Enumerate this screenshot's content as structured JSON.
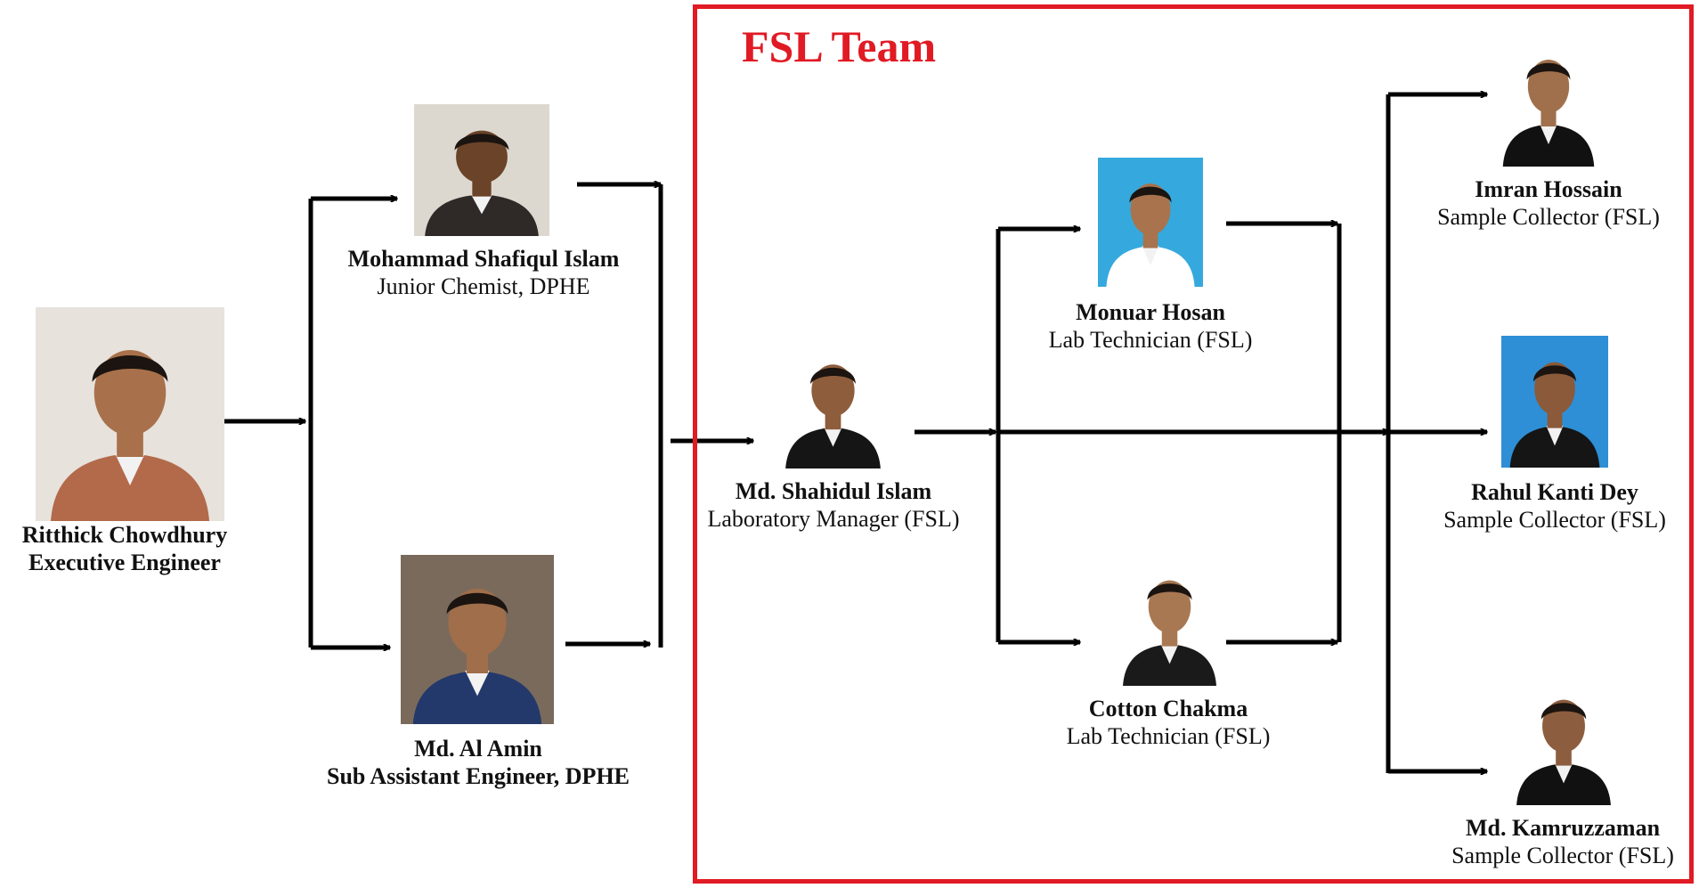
{
  "team": {
    "title": "FSL Team",
    "border_color": "#e01b24"
  },
  "people": [
    {
      "id": "ritthick",
      "name": "Ritthick Chowdhury",
      "role": "Executive Engineer",
      "role_bold": true,
      "photo_bg": "#e7e2dc",
      "shirt": "#b36a4a",
      "skin": "#a8714b"
    },
    {
      "id": "shafiqul",
      "name": "Mohammad Shafiqul Islam",
      "role": "Junior Chemist, DPHE",
      "photo_bg": "#ddd8cf",
      "shirt": "#2f2a28",
      "skin": "#6a4329"
    },
    {
      "id": "alamin",
      "name": "Md. Al Amin",
      "role": "Sub Assistant Engineer, DPHE",
      "role_bold": true,
      "photo_bg": "#7a6a5c",
      "shirt": "#24396b",
      "skin": "#a06e4a"
    },
    {
      "id": "shahidul",
      "name": "Md. Shahidul Islam",
      "role": "Laboratory Manager (FSL)",
      "photo_bg": "#ffffff",
      "shirt": "#151515",
      "skin": "#8e5d3c"
    },
    {
      "id": "monuar",
      "name": "Monuar Hosan",
      "role": "Lab Technician (FSL)",
      "photo_bg": "#35a9dd",
      "shirt": "#ffffff",
      "skin": "#a8734d"
    },
    {
      "id": "cotton",
      "name": "Cotton Chakma",
      "role": "Lab Technician (FSL)",
      "photo_bg": "#ffffff",
      "shirt": "#1a1a1a",
      "skin": "#a87852"
    },
    {
      "id": "imran",
      "name": "Imran Hossain",
      "role": "Sample Collector (FSL)",
      "photo_bg": "#ffffff",
      "shirt": "#111111",
      "skin": "#a0704c"
    },
    {
      "id": "rahul",
      "name": "Rahul Kanti Dey",
      "role": "Sample Collector (FSL)",
      "photo_bg": "#2e8fd6",
      "shirt": "#151515",
      "skin": "#8a5a3a"
    },
    {
      "id": "kamruzzaman",
      "name": "Md. Kamruzzaman",
      "role": "Sample Collector (FSL)",
      "photo_bg": "#ffffff",
      "shirt": "#111111",
      "skin": "#8c5d3e"
    }
  ]
}
